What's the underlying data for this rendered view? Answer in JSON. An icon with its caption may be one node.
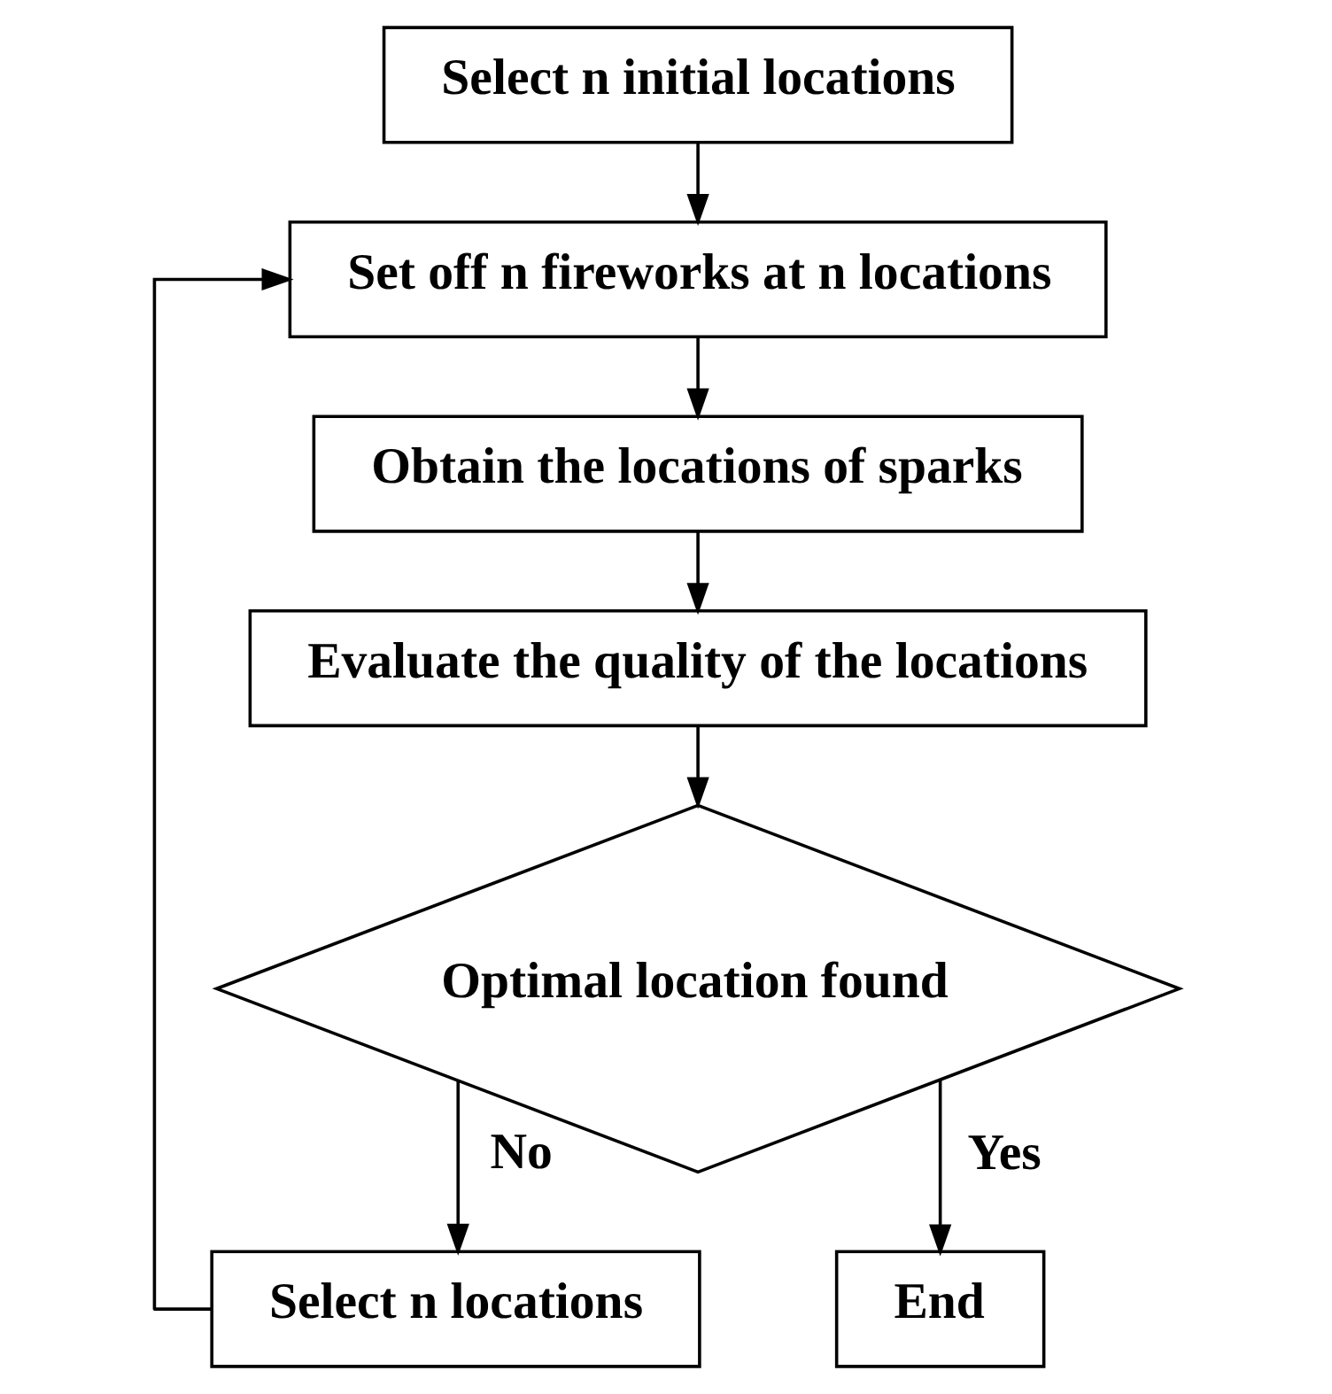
{
  "diagram": {
    "nodes": [
      {
        "text": [
          "Select n initial locations"
        ]
      },
      {
        "text": [
          "Set off n fireworks at n locations"
        ]
      },
      {
        "text": [
          "Obtain the locations of sparks"
        ]
      },
      {
        "text": [
          "Evaluate the quality of the locations"
        ]
      },
      {
        "text": [
          "Optimal location found"
        ]
      },
      {
        "text": [
          "Select n locations"
        ]
      },
      {
        "text": [
          "End"
        ]
      }
    ],
    "edges": [
      {
        "from": 0,
        "to": 1,
        "arrow": "to"
      },
      {
        "from": 1,
        "to": 2,
        "arrow": "to"
      },
      {
        "from": 2,
        "to": 3,
        "arrow": "to"
      },
      {
        "from": 3,
        "to": 4,
        "arrow": "to"
      },
      {
        "from": 4,
        "to": 6,
        "arrow": "to",
        "label": "Yes"
      },
      {
        "from": 4,
        "to": 5,
        "arrow": "to",
        "label": "No"
      },
      {
        "from": 5,
        "to": 1,
        "arrow": "to"
      }
    ]
  }
}
